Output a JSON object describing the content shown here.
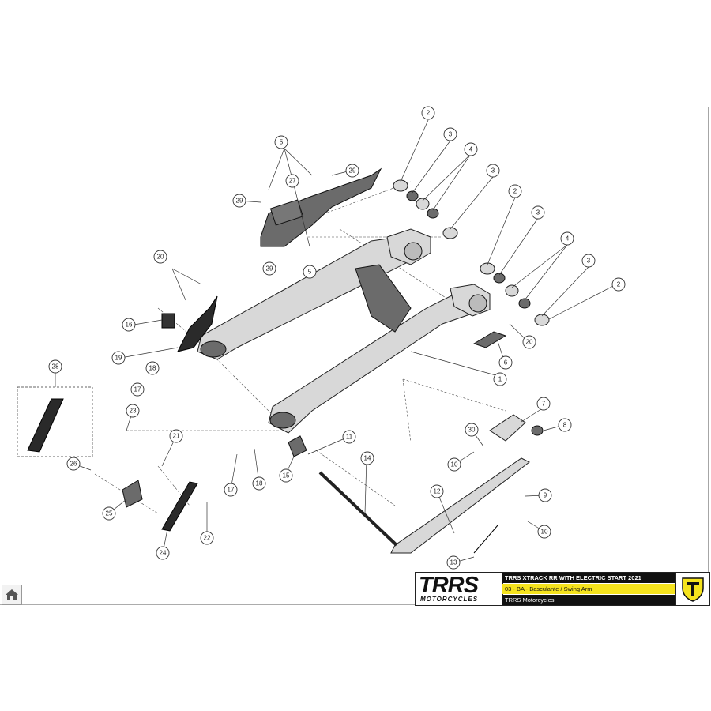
{
  "callouts": [
    {
      "label": "2"
    },
    {
      "label": "3"
    },
    {
      "label": "4"
    },
    {
      "label": "3"
    },
    {
      "label": "2"
    },
    {
      "label": "3"
    },
    {
      "label": "4"
    },
    {
      "label": "3"
    },
    {
      "label": "2"
    },
    {
      "label": "20"
    },
    {
      "label": "6"
    },
    {
      "label": "1"
    },
    {
      "label": "7"
    },
    {
      "label": "8"
    },
    {
      "label": "30"
    },
    {
      "label": "10"
    },
    {
      "label": "9"
    },
    {
      "label": "10"
    },
    {
      "label": "12"
    },
    {
      "label": "13"
    },
    {
      "label": "14"
    },
    {
      "label": "11"
    },
    {
      "label": "15"
    },
    {
      "label": "18"
    },
    {
      "label": "17"
    },
    {
      "label": "21"
    },
    {
      "label": "22"
    },
    {
      "label": "24"
    },
    {
      "label": "25"
    },
    {
      "label": "26"
    },
    {
      "label": "28"
    },
    {
      "label": "23"
    },
    {
      "label": "17"
    },
    {
      "label": "18"
    },
    {
      "label": "19"
    },
    {
      "label": "16"
    },
    {
      "label": "20"
    },
    {
      "label": "5"
    },
    {
      "label": "29"
    },
    {
      "label": "27"
    },
    {
      "label": "29"
    },
    {
      "label": "29"
    },
    {
      "label": "5"
    }
  ],
  "title_block": {
    "logo": "TRRS",
    "logo_sub": "MOTORCYCLES",
    "model": "TRRS XTRACK RR  WITH ELECTRIC START 2021",
    "section": "03 - BA - Basculante / Swing Arm",
    "company": "TRRS Motorcycles",
    "accent_color": "#f5e31d"
  },
  "icons": {
    "home": "home-icon",
    "emblem": "trrs-shield-icon"
  }
}
